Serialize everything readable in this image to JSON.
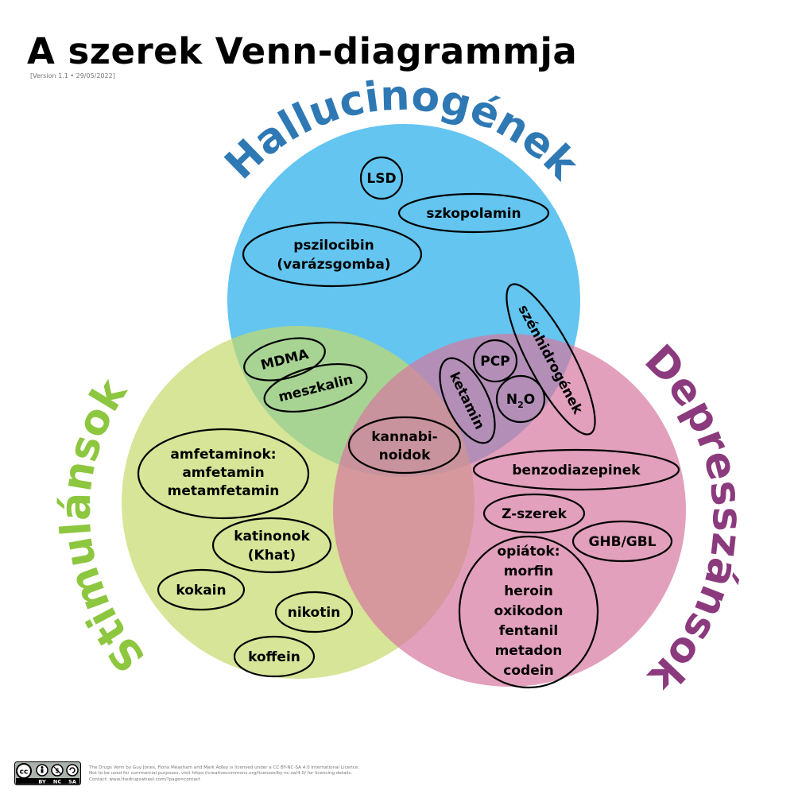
{
  "title": "A szerek Venn-diagrammja",
  "version": "[Version 1.1 • 29/05/2022]",
  "colors": {
    "hallucinogen": "#5bc2ef",
    "stimulant": "#c5da6b",
    "depressant": "#d6789f",
    "hallucinogen_label": "#2e78b4",
    "stimulant_label": "#8dc63f",
    "depressant_label": "#8b3a7d"
  },
  "circles": {
    "hallucinogen": "Hallucinogének",
    "stimulant": "Stimulánsok",
    "depressant": "Depresszánsok"
  },
  "drugs": {
    "lsd": "LSD",
    "szkopolamin": "szkopolamin",
    "pszilocibin": [
      "pszilocibin",
      "(varázsgomba)"
    ],
    "szenhidrogenek": "szénhidrogének",
    "mdma": "MDMA",
    "meszkalin": "meszkalin",
    "pcp": "PCP",
    "ketamin": "ketamin",
    "n2o": "N2O",
    "kannabinoidok": [
      "kannabi-",
      "noidok"
    ],
    "amfetaminok": [
      "amfetaminok:",
      "amfetamin",
      "metamfetamin"
    ],
    "katinonok": [
      "katinonok",
      "(Khat)"
    ],
    "kokain": "kokain",
    "nikotin": "nikotin",
    "koffein": "koffein",
    "benzodiazepinek": "benzodiazepinek",
    "zszerek": "Z-szerek",
    "ghbgbl": "GHB/GBL",
    "opiatok": [
      "opiátok:",
      "morfin",
      "heroin",
      "oxikodon",
      "fentanil",
      "metadon",
      "codein"
    ]
  },
  "license": {
    "badge": [
      "BY",
      "NC",
      "SA"
    ],
    "lines": [
      "The Drugs Venn by Guy Jones, Fiona Measham and Mark Adley is licensed under a CC BY-NC-SA 4.0 International Licence.",
      "Not to be used for commercial purposes, visit https://creativecommons.org/licenses/by-nc-sa/4.0/ for licencing details.",
      "Contact: www.thedrugswheel.com/?page=contact"
    ]
  }
}
